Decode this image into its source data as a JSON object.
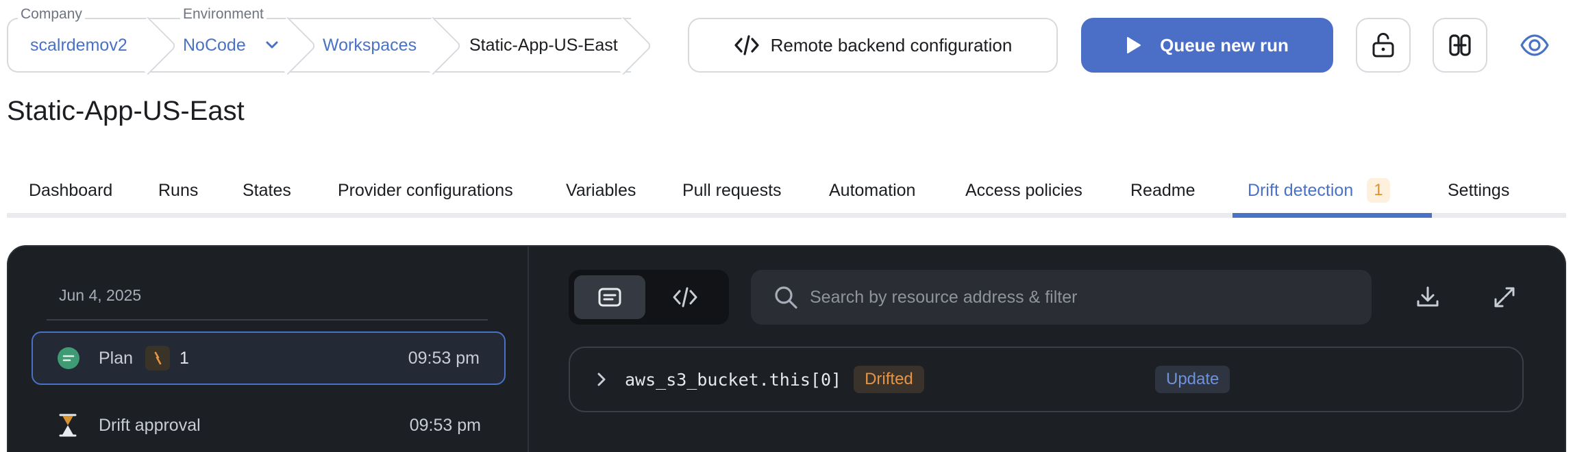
{
  "breadcrumb": {
    "company_caption": "Company",
    "company": "scalrdemov2",
    "environment_caption": "Environment",
    "environment": "NoCode",
    "workspaces": "Workspaces",
    "workspace": "Static-App-US-East"
  },
  "header": {
    "remote_backend_label": "Remote backend configuration",
    "queue_run_label": "Queue new run"
  },
  "page_title": "Static-App-US-East",
  "tabs": [
    {
      "label": "Dashboard"
    },
    {
      "label": "Runs"
    },
    {
      "label": "States"
    },
    {
      "label": "Provider configurations"
    },
    {
      "label": "Variables"
    },
    {
      "label": "Pull requests"
    },
    {
      "label": "Automation"
    },
    {
      "label": "Access policies"
    },
    {
      "label": "Readme"
    },
    {
      "label": "Drift detection",
      "badge": "1",
      "active": true
    },
    {
      "label": "Settings"
    }
  ],
  "timeline": {
    "date": "Jun 4, 2025",
    "steps": [
      {
        "label": "Plan",
        "change_count": "1",
        "time": "09:53 pm"
      },
      {
        "label": "Drift approval",
        "time": "09:53 pm"
      }
    ]
  },
  "search": {
    "placeholder": "Search by resource address & filter"
  },
  "resources": [
    {
      "address": "aws_s3_bucket.this[0]",
      "status": "Drifted",
      "action": "Update"
    }
  ],
  "colors": {
    "accent": "#4a72c4",
    "primary_button": "#4b6ec6",
    "panel_bg": "#1c1f24",
    "drifted": "#e59545",
    "plan_success": "#3f9b73"
  },
  "icons": {
    "remote_backend": "code-icon",
    "queue": "play-icon",
    "lock": "unlock-icon",
    "link": "link-icon",
    "watch": "eye-icon",
    "search": "search-icon",
    "download": "download-icon",
    "expand": "expand-icon"
  }
}
